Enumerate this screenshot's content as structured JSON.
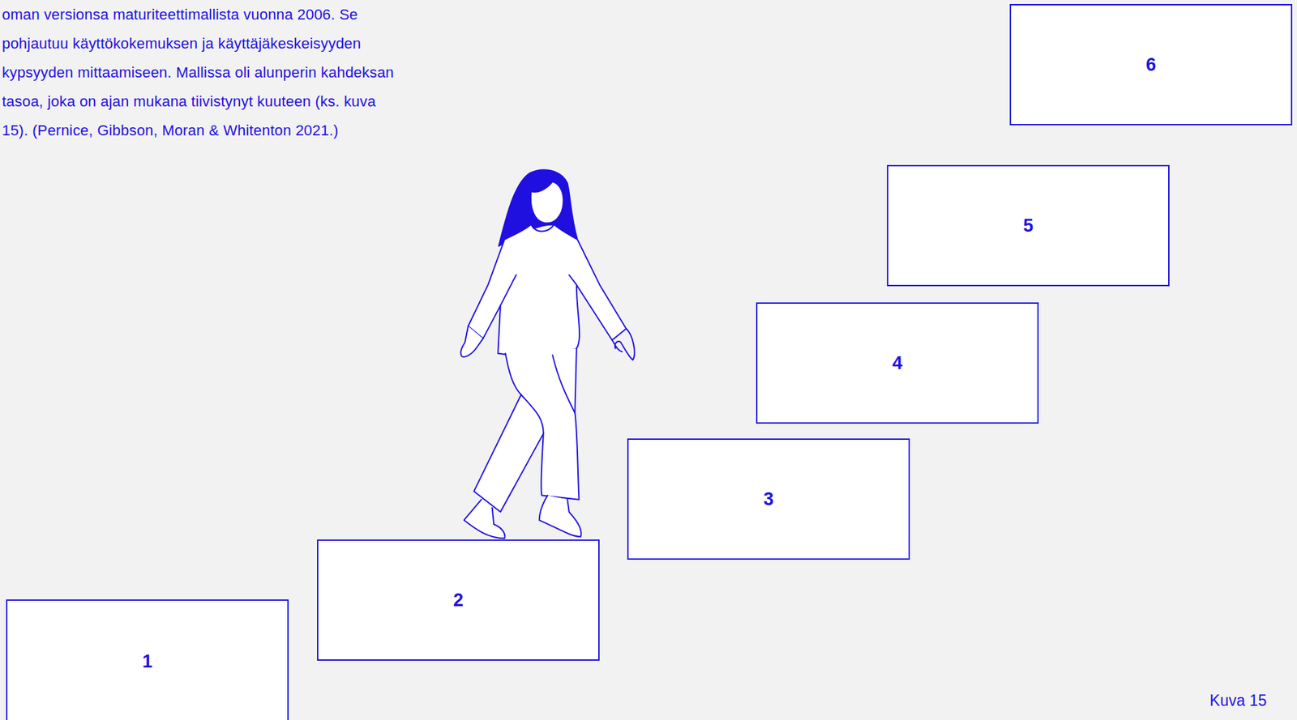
{
  "diagram": {
    "caption": "Kuva 15",
    "nodes": [
      {
        "text": [
          "1"
        ]
      },
      {
        "text": [
          "2"
        ]
      },
      {
        "text": [
          "3"
        ]
      },
      {
        "text": [
          "4"
        ]
      },
      {
        "text": [
          "5"
        ]
      },
      {
        "text": [
          "6"
        ]
      }
    ],
    "labels": [
      "oman versionsa maturiteettimallista vuonna 2006. Se pohjautuu käyttökokemuksen ja käyttäjäkeskeisyyden kypsyyden mittaamiseen. Mallissa oli alunperin kahdeksan tasoa, joka on ajan mukana tiivistynyt kuuteen (ks. kuva 15). (Pernice, Gibbson, Moran & Whitenton 2021.)"
    ]
  }
}
